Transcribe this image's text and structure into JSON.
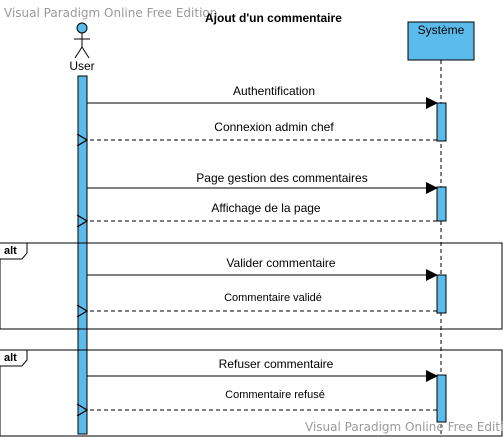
{
  "watermark_top": "Visual Paradigm Online Free Edition",
  "watermark_bottom": "Visual Paradigm Online Free Edition",
  "title": "Ajout d'un commentaire",
  "actor": {
    "name": "User"
  },
  "system": {
    "name": "Système"
  },
  "messages": [
    {
      "label": "Authentification",
      "kind": "sync"
    },
    {
      "label": "Connexion admin chef",
      "kind": "return"
    },
    {
      "label": "Page gestion des commentaires",
      "kind": "sync"
    },
    {
      "label": "Affichage de la page",
      "kind": "return"
    },
    {
      "label": "Valider commentaire",
      "kind": "sync"
    },
    {
      "label": "Commentaire validé",
      "kind": "return"
    },
    {
      "label": "Refuser commentaire",
      "kind": "sync"
    },
    {
      "label": "Commentaire refusé",
      "kind": "return"
    }
  ],
  "fragments": [
    {
      "operator": "alt"
    },
    {
      "operator": "alt"
    }
  ],
  "colors": {
    "lifeline_fill": "#5bbcec",
    "system_fill": "#5bbcec",
    "actor_head": "#5bbcec",
    "line": "#000000",
    "watermark": "#9a9a9a"
  }
}
